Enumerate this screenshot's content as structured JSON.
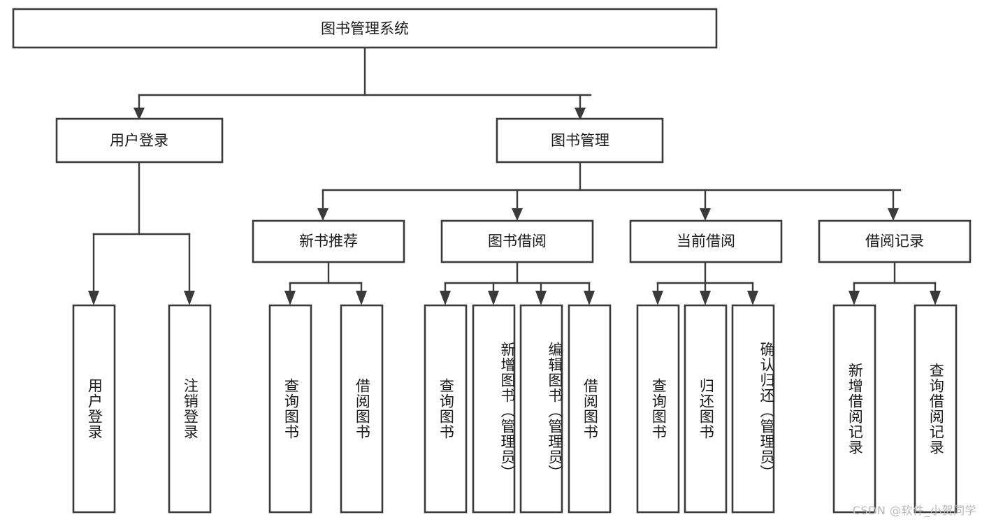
{
  "diagram": {
    "title": "图书管理系统",
    "type": "tree",
    "orientation": "top-down",
    "colors": {
      "box_stroke": "#3a3a3a",
      "box_fill": "#ffffff",
      "connector": "#3a3a3a",
      "text": "#1a1a1a",
      "background": "#ffffff",
      "watermark": "#b7b7b7"
    },
    "root": {
      "label": "图书管理系统"
    },
    "level2": [
      {
        "label": "用户登录"
      },
      {
        "label": "图书管理"
      }
    ],
    "level3": [
      {
        "label": "新书推荐"
      },
      {
        "label": "图书借阅"
      },
      {
        "label": "当前借阅"
      },
      {
        "label": "借阅记录"
      }
    ],
    "leaves": {
      "user_login": [
        {
          "label": "用户登录"
        },
        {
          "label": "注销登录"
        }
      ],
      "new_book_recommend": [
        {
          "label": "查询图书"
        },
        {
          "label": "借阅图书"
        }
      ],
      "book_borrow": [
        {
          "label": "查询图书"
        },
        {
          "label": "新增图书（管理员）"
        },
        {
          "label": "编辑图书（管理员）"
        },
        {
          "label": "借阅图书"
        }
      ],
      "current_borrow": [
        {
          "label": "查询图书"
        },
        {
          "label": "归还图书"
        },
        {
          "label": "确认归还（管理员）"
        }
      ],
      "borrow_record": [
        {
          "label": "新增借阅记录"
        },
        {
          "label": "查询借阅记录"
        }
      ]
    },
    "watermark": "CSDN @软件_小贺同学"
  }
}
